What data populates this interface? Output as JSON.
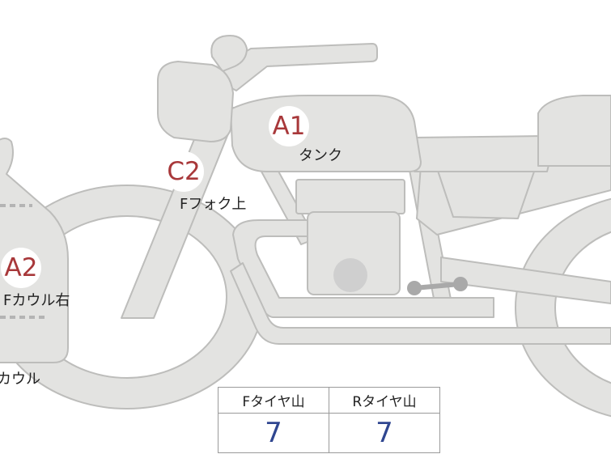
{
  "markers": {
    "a1": "A1",
    "c2": "C2",
    "a2": "A2"
  },
  "labels": {
    "tank": "タンク",
    "f_fork_upper": "Fフォク上",
    "f_cowl_right": "Fカウル右",
    "cowl": "カウル"
  },
  "tread_table": {
    "headers": [
      "Fタイヤ山",
      "Rタイヤ山"
    ],
    "values": [
      "7",
      "7"
    ]
  },
  "colors": {
    "part_fill": "#e3e3e1",
    "part_stroke": "#bdbdbb",
    "marker_text": "#a8383a",
    "value_text": "#2f4690"
  }
}
